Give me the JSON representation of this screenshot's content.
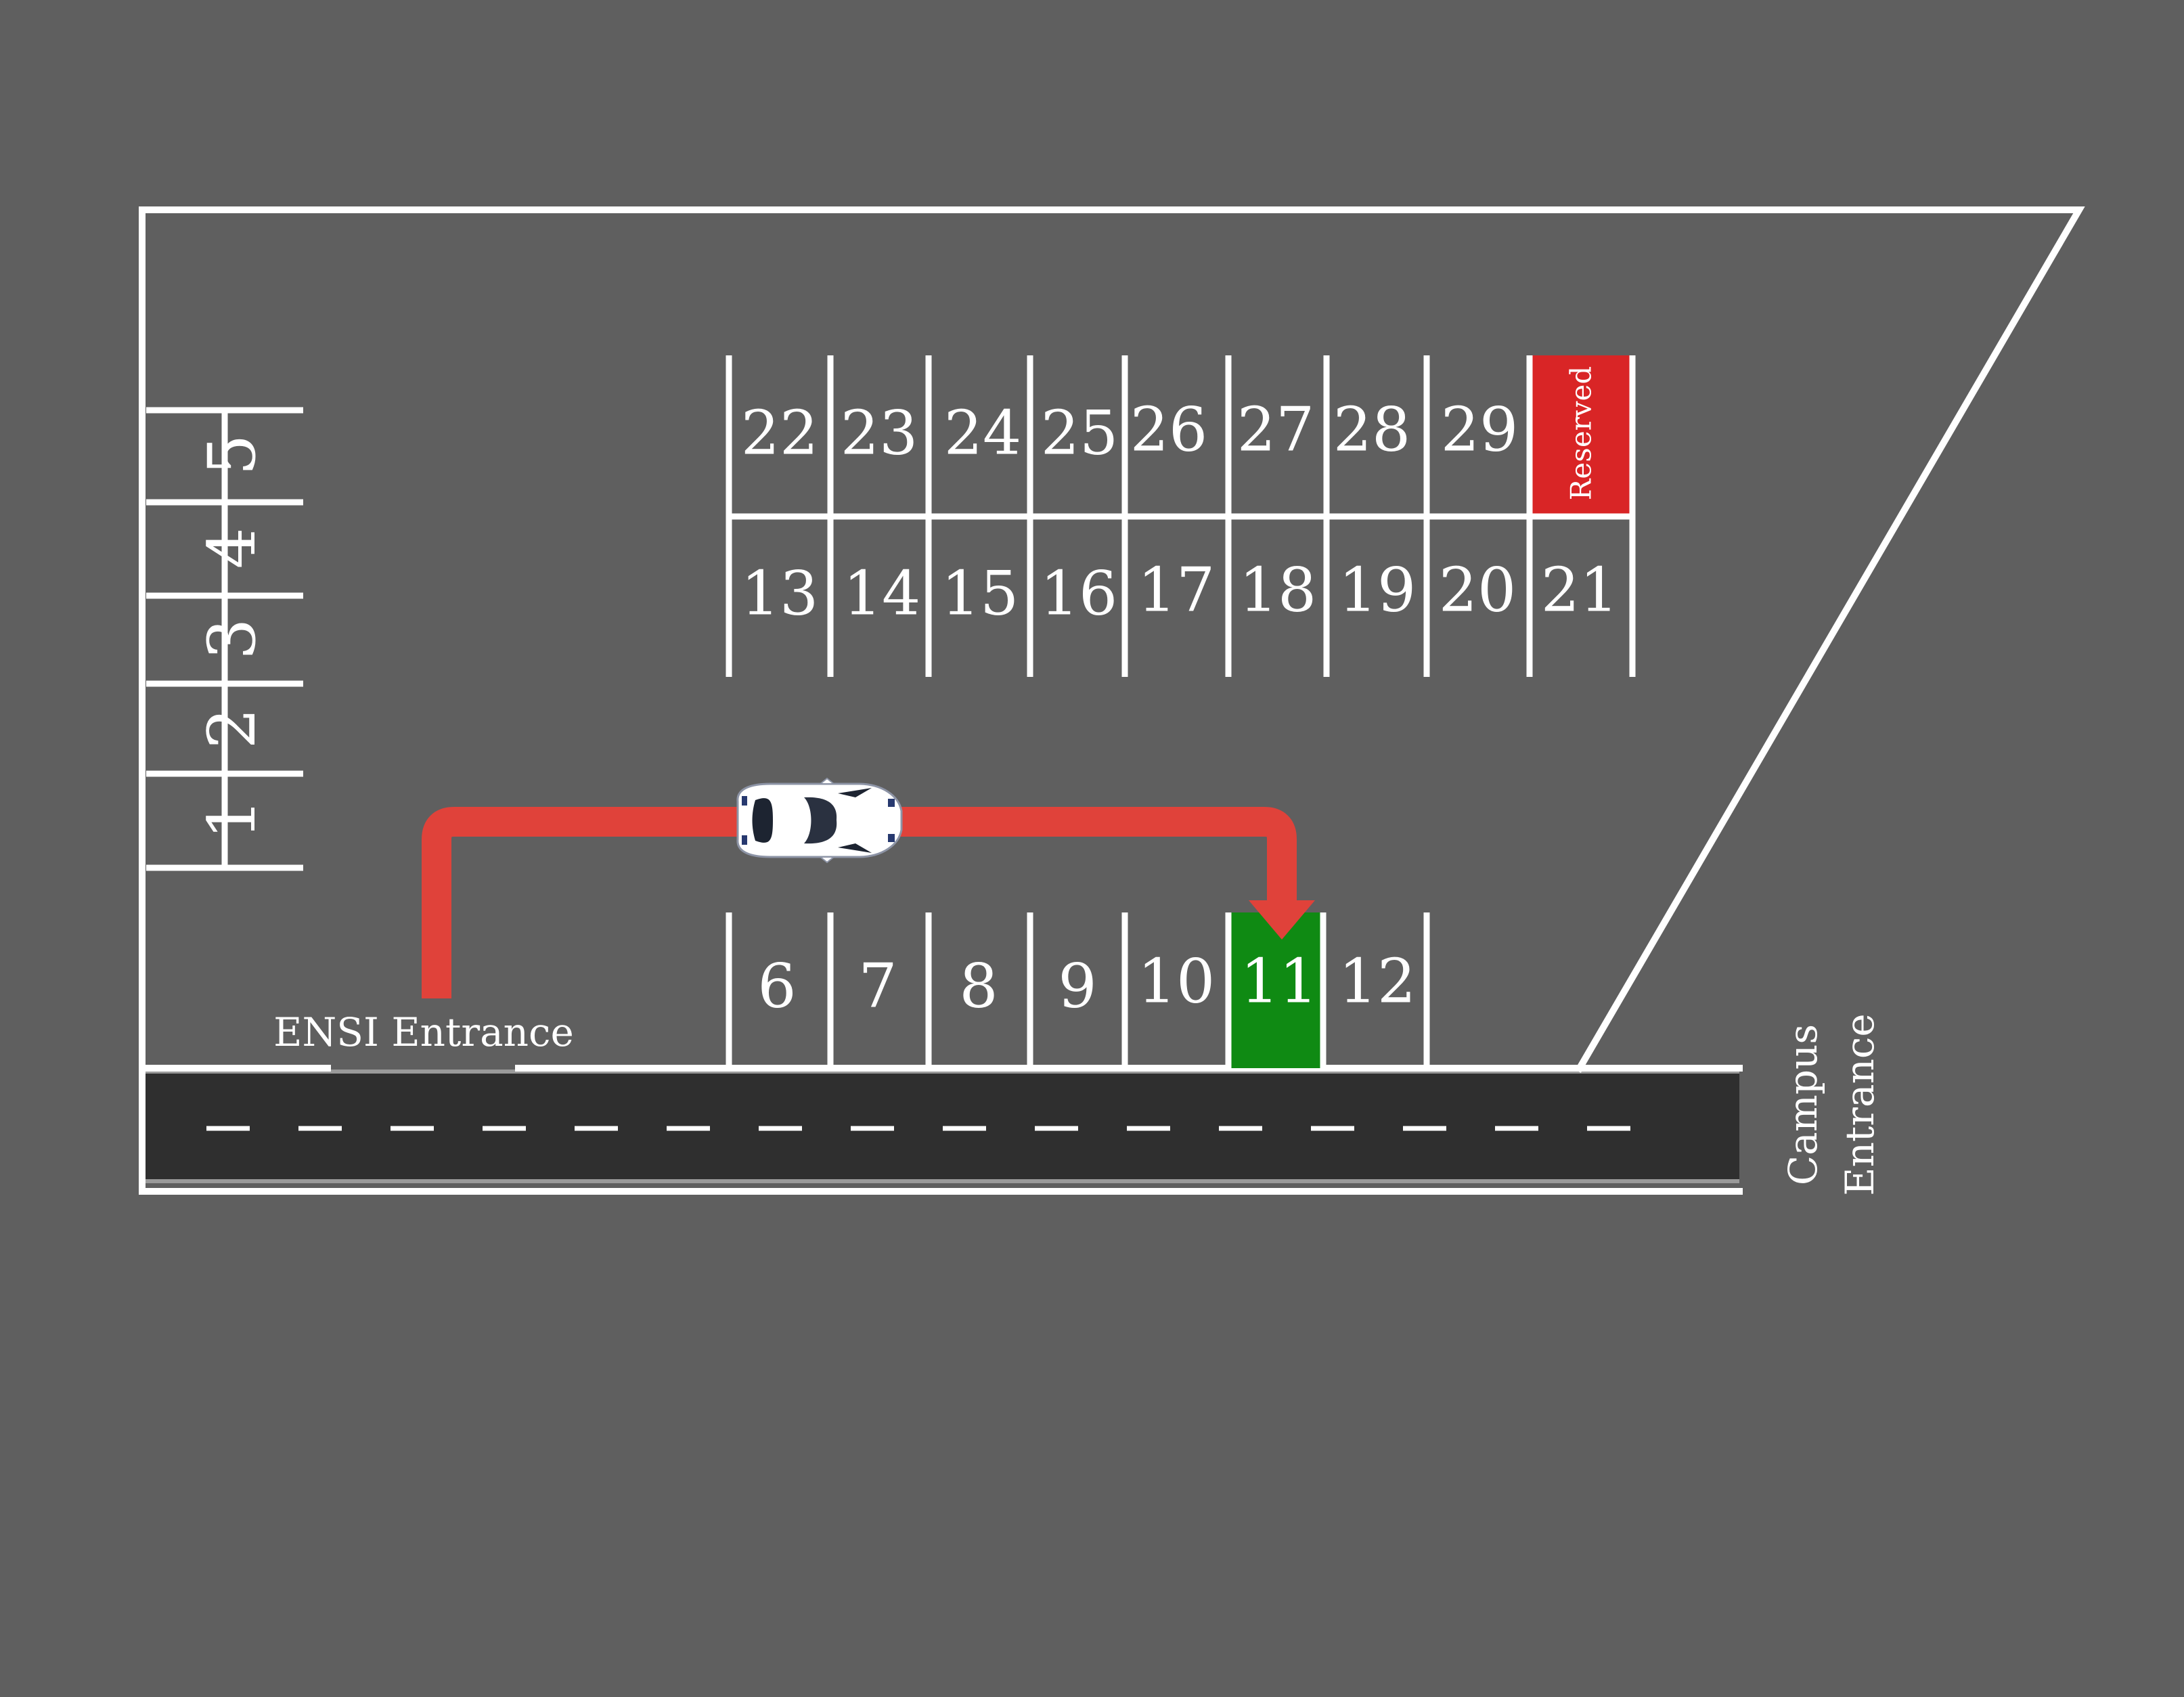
{
  "colors": {
    "background": "#5f5f5f",
    "lines": "#ffffff",
    "road": "#2f2f2f",
    "route_arrow": "#e0423a",
    "target_spot": "#0f8a13",
    "reserved_spot": "#d92526"
  },
  "entrances": {
    "ensi": "ENSI Entrance",
    "campus_line1": "Campus",
    "campus_line2": "Entrance"
  },
  "left_column_spots": [
    "1",
    "2",
    "3",
    "4",
    "5"
  ],
  "top_row_spots": [
    "22",
    "23",
    "24",
    "25",
    "26",
    "27",
    "28",
    "29"
  ],
  "reserved_label": "Reserved",
  "middle_row_spots": [
    "13",
    "14",
    "15",
    "16",
    "17",
    "18",
    "19",
    "20",
    "21"
  ],
  "bottom_row_spots": [
    "6",
    "7",
    "8",
    "9",
    "10",
    "11",
    "12"
  ],
  "target_spot": "11",
  "icons": {
    "vehicle": "car-icon",
    "route": "route-arrow-icon"
  }
}
